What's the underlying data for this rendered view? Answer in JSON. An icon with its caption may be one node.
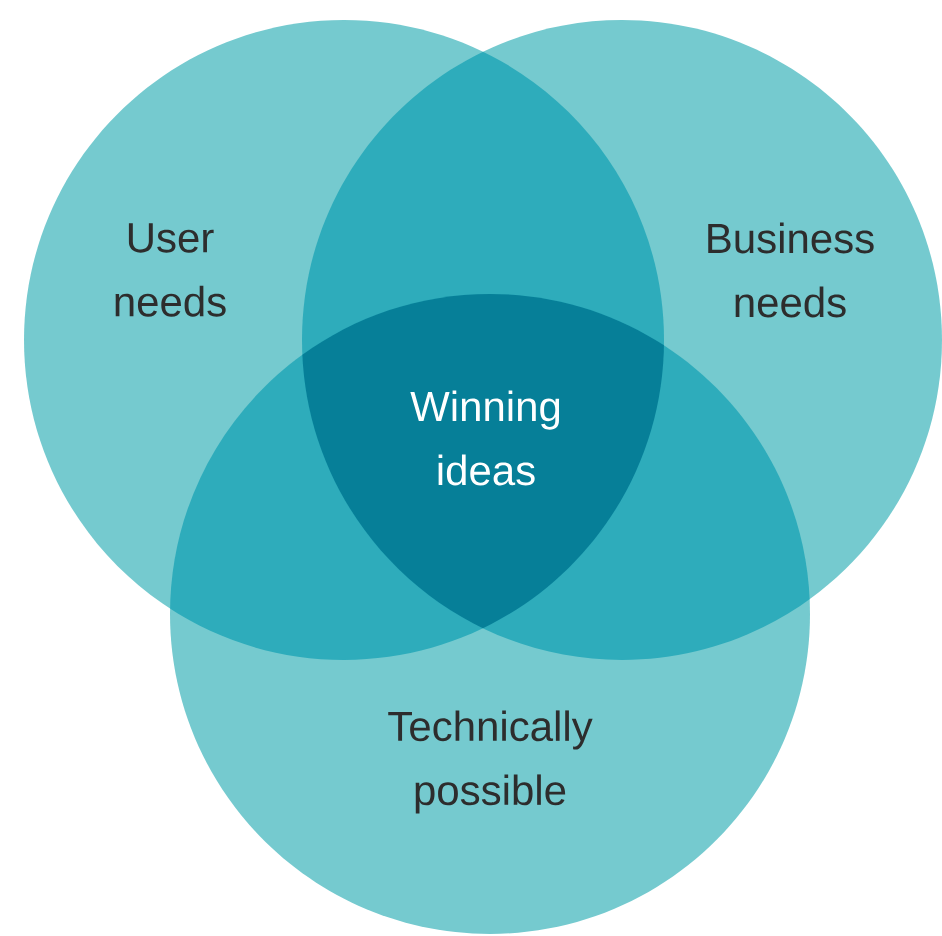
{
  "diagram": {
    "nodes": [
      {
        "text": [
          "User needs"
        ]
      },
      {
        "text": [
          "Business needs"
        ]
      },
      {
        "text": [
          "Technically possible"
        ]
      },
      {
        "text": [
          "Winning ideas"
        ]
      }
    ]
  }
}
